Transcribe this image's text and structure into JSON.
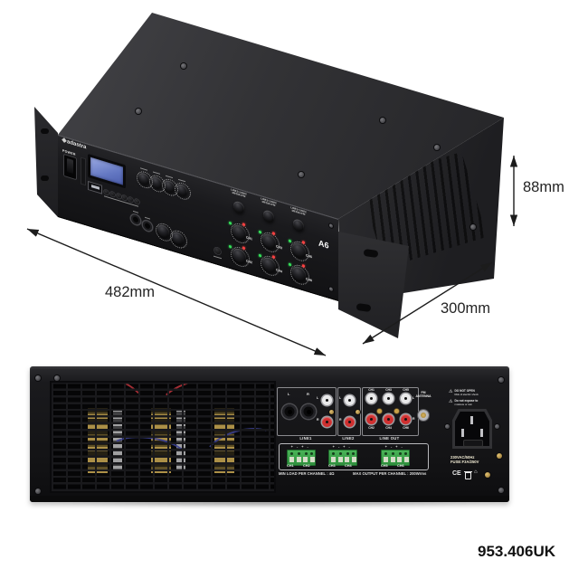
{
  "product": {
    "brand": "adastra",
    "model": "A6",
    "code": "953.406UK"
  },
  "dimensions": {
    "width_label": "482mm",
    "depth_label": "300mm",
    "height_label": "88mm"
  },
  "front_panel": {
    "power_label": "POWER",
    "selector_label_line1": "LINE1+LINE2",
    "selector_label_line2": "MEDIA+FM",
    "channel_labels": [
      "CH1",
      "CH2",
      "CH3",
      "CH4",
      "CH5",
      "CH6"
    ]
  },
  "rear_panel": {
    "jack_labels": [
      "L",
      "R"
    ],
    "rca_pair_labels": [
      "L",
      "R"
    ],
    "group_labels": [
      "LINE1",
      "LINE2",
      "LINE OUT"
    ],
    "lineout_top_labels": [
      "CH1",
      "CH3",
      "CH5"
    ],
    "lineout_bottom_labels": [
      "CH2",
      "CH4",
      "CH6"
    ],
    "antenna_label_lines": [
      "FM",
      "ANTENNA"
    ],
    "warnings": [
      {
        "title": "DO NOT OPEN",
        "text": "Risk of electric shock"
      },
      {
        "title": "Do not expose to",
        "text": "moisture or rain"
      }
    ],
    "power_spec_lines": [
      "230VAC/50Hz",
      "FUSE:F3A/250V"
    ],
    "ce_mark": "CE",
    "polarity_marks": "+ - + -",
    "terminal_channel_labels": [
      "CH1",
      "CH2",
      "CH3",
      "CH4",
      "CH5",
      "CH6"
    ],
    "min_load_text": "MIN LOAD PER CHANNEL : 4Ω",
    "max_output_text": "MAX OUTPUT PER CHANNEL : 200Wrms"
  },
  "colors": {
    "terminal_green": "#3aa64a",
    "rca_red": "#d03030",
    "lcd_blue": "#7487cc",
    "chassis_black": "#151517"
  }
}
